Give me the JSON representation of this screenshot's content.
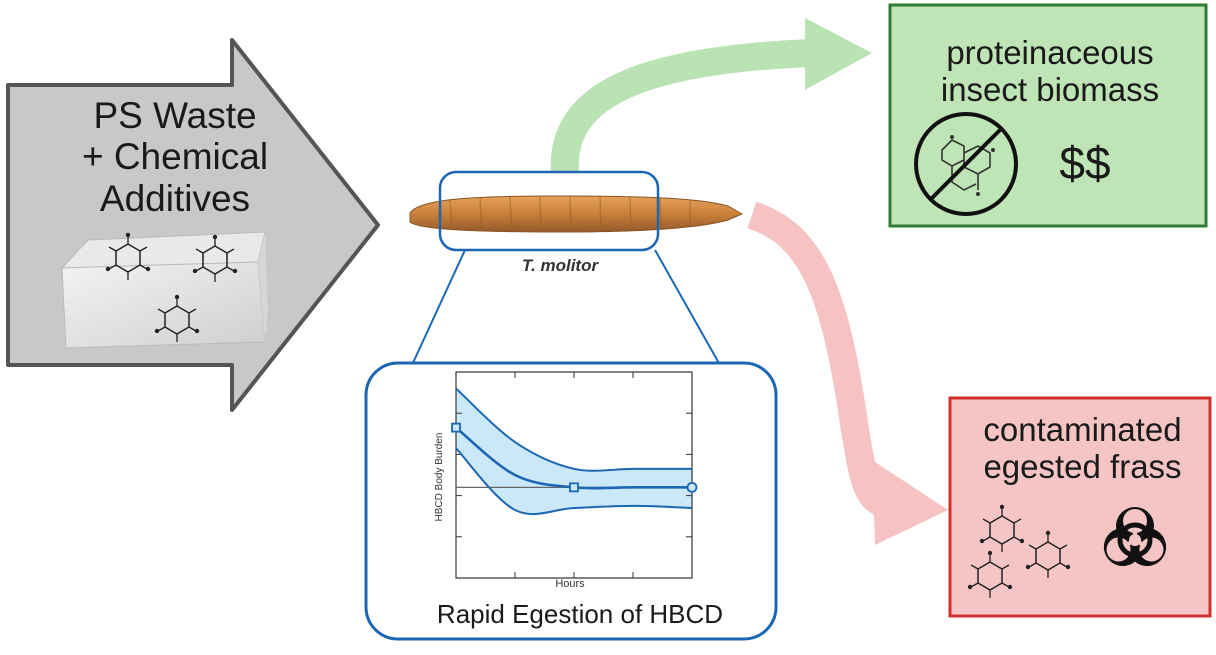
{
  "input": {
    "title_lines": [
      "PS Waste",
      "+ Chemical",
      "Additives"
    ]
  },
  "organism": {
    "label": "T. molitor"
  },
  "outputs": {
    "biomass": {
      "title_lines": [
        "proteinaceous",
        "insect biomass"
      ],
      "value_text": "$$"
    },
    "frass": {
      "title_lines": [
        "contaminated",
        "egested frass"
      ]
    }
  },
  "colors": {
    "input_arrow": "#c8c8c8",
    "biomass_arrow": "#b9e3b3",
    "biomass_box": "#bfe4b5",
    "frass_arrow": "#f6c2c2",
    "frass_box": "#f5c5c5",
    "chart_accent": "#1b67b3",
    "chart_band": "#cbe8f8"
  },
  "icons": [
    "molecule-icon",
    "no-entry-icon",
    "biohazard-icon"
  ],
  "chart_data": {
    "type": "line",
    "caption": "Rapid Egestion of HBCD",
    "xlabel": "Hours",
    "ylabel": "HBCD Body Burden",
    "xlim": [
      0,
      4
    ],
    "ylim": [
      0,
      1
    ],
    "grid": false,
    "reference_y": 0.44,
    "series": [
      {
        "role": "mean",
        "x": [
          0,
          1,
          2,
          3,
          4
        ],
        "y": [
          0.73,
          0.5,
          0.44,
          0.44,
          0.44
        ],
        "markers_x": [
          0,
          2,
          4
        ]
      },
      {
        "role": "upper",
        "x": [
          0,
          1,
          2,
          3,
          4
        ],
        "y": [
          0.92,
          0.66,
          0.53,
          0.53,
          0.53
        ]
      },
      {
        "role": "lower",
        "x": [
          0,
          1,
          2,
          3,
          4
        ],
        "y": [
          0.63,
          0.33,
          0.34,
          0.35,
          0.34
        ]
      }
    ]
  }
}
